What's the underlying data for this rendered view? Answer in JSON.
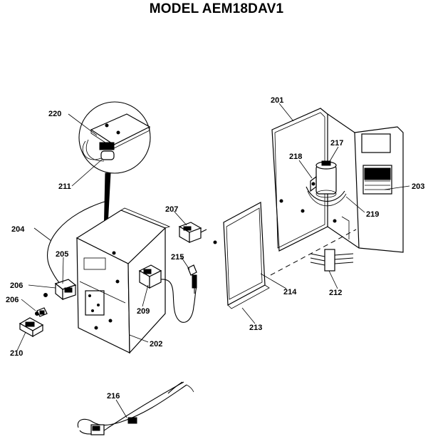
{
  "title": "MODEL AEM18DAV1",
  "callouts": {
    "p201": "201",
    "p202": "202",
    "p203": "203",
    "p204": "204",
    "p205": "205",
    "p206a": "206",
    "p206b": "206",
    "p207": "207",
    "p209": "209",
    "p210": "210",
    "p211": "211",
    "p212": "212",
    "p213": "213",
    "p214": "214",
    "p215": "215",
    "p216": "216",
    "p217": "217",
    "p218": "218",
    "p219": "219",
    "p220": "220"
  }
}
